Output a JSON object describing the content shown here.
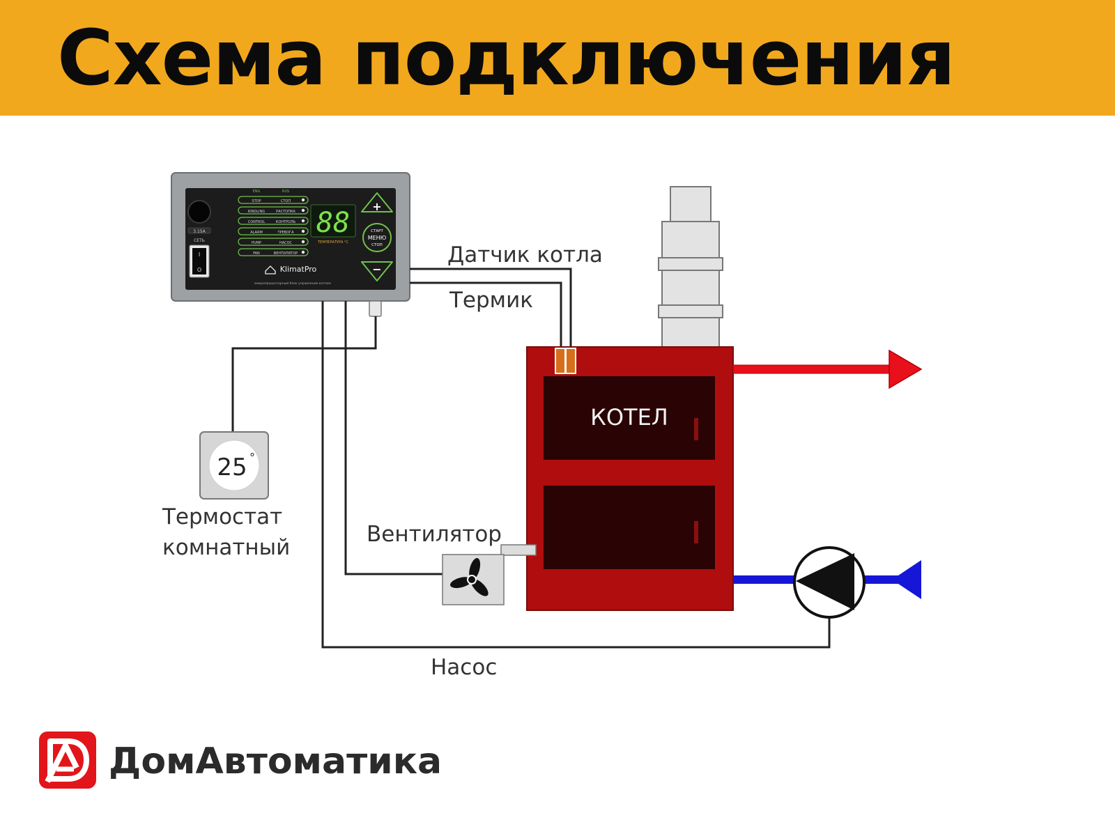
{
  "header": {
    "title": "Схема подключения",
    "bg_color": "#f2a81d"
  },
  "controller": {
    "brand": "KlimatPro",
    "display_value": "88",
    "display_caption": "ТЕМПЕРАТУРА °C",
    "fuse_label": "3.15A",
    "power_label": "СЕТЬ",
    "subtitle": "микропроцессорный блок управления котлом",
    "col_left_header": "ENG",
    "col_right_header": "RUS",
    "indicator_rows": [
      {
        "en": "STOP",
        "ru": "СТОП"
      },
      {
        "en": "KINDLING",
        "ru": "РАСТОПКА"
      },
      {
        "en": "CONTROL",
        "ru": "КОНТРОЛЬ"
      },
      {
        "en": "ALARM",
        "ru": "ТРЕВОГА"
      },
      {
        "en": "PUMP",
        "ru": "НАСОС"
      },
      {
        "en": "FAN",
        "ru": "ВЕНТИЛЯТОР"
      }
    ],
    "btn_plus": "+",
    "btn_minus": "−",
    "menu_top": "СТАРТ",
    "menu_mid": "МЕНЮ",
    "menu_bottom": "СТОП"
  },
  "labels": {
    "boiler_sensor": "Датчик котла",
    "thermal": "Термик",
    "boiler": "КОТЕЛ",
    "thermostat_line1": "Термостат",
    "thermostat_line2": "комнатный",
    "thermostat_temp": "25",
    "fan": "Вентилятор",
    "pump": "Насос"
  },
  "colors": {
    "boiler": "#b00e0e",
    "boiler_door": "#2a0404",
    "hot_pipe": "#e8101a",
    "cold_pipe": "#1616d8",
    "wire": "#222222"
  },
  "footer": {
    "brand": "ДомАвтоматика",
    "logo_color": "#e2151b"
  }
}
